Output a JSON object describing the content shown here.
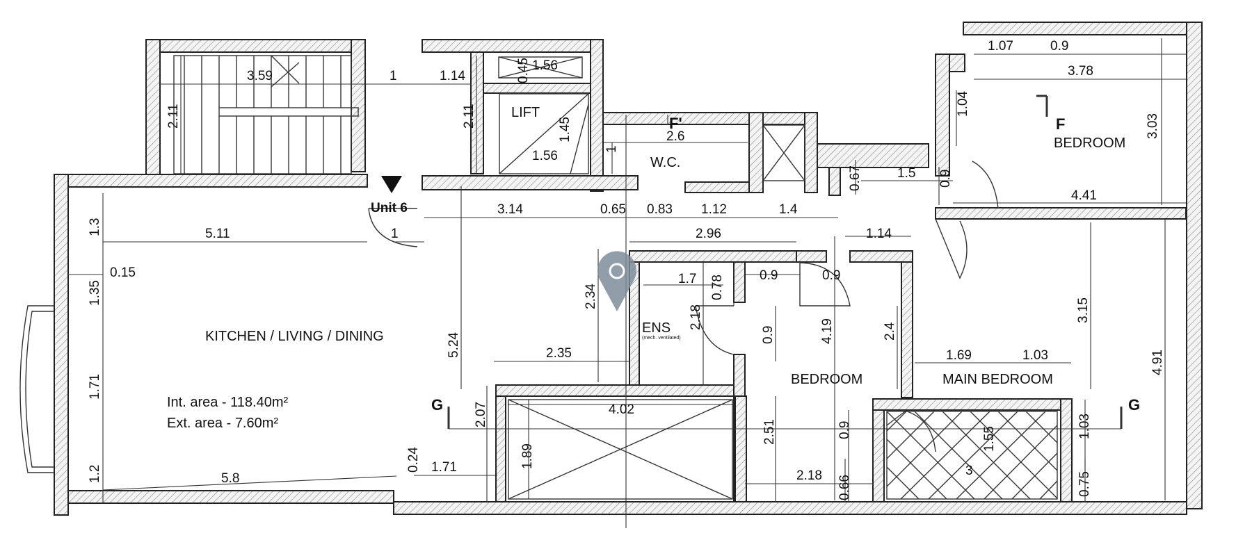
{
  "rooms": {
    "lift": "LIFT",
    "wc": "W.C.",
    "bedroom_top": "BEDROOM",
    "kitchen": "KITCHEN / LIVING / DINING",
    "ens": "ENS",
    "ens_note": "(mech. ventilated)",
    "bedroom_mid": "BEDROOM",
    "main_bedroom": "MAIN BEDROOM"
  },
  "unit_label": "Unit 6",
  "areas": {
    "internal": "Int. area -  118.40m²",
    "external": "Ext. area - 7.60m²"
  },
  "section_markers": {
    "f_prime": "F'",
    "f": "F",
    "g_left": "G",
    "g_right": "G"
  },
  "dimensions": {
    "d_3_59": "3.59",
    "d_1_a": "1",
    "d_1_14_a": "1.14",
    "d_0_45": "0.45",
    "d_1_56_a": "1.56",
    "d_2_11_a": "2.11",
    "d_2_11_b": "2.11",
    "d_1_45": "1.45",
    "d_1_56_b": "1.56",
    "d_2_6": "2.6",
    "d_1_b": "1",
    "d_1_07": "1.07",
    "d_0_9_a": "0.9",
    "d_3_78": "3.78",
    "d_1_04": "1.04",
    "d_3_03": "3.03",
    "d_0_67": "0.67",
    "d_1_5": "1.5",
    "d_0_9_b": "0.9",
    "d_4_41": "4.41",
    "d_1_3": "1.3",
    "d_5_11": "5.11",
    "d_3_14": "3.14",
    "d_0_65": "0.65",
    "d_0_83": "0.83",
    "d_1_12": "1.12",
    "d_1_4": "1.4",
    "d_1_c": "1",
    "d_0_15": "0.15",
    "d_2_96": "2.96",
    "d_1_14_b": "1.14",
    "d_1_7": "1.7",
    "d_0_78": "0.78",
    "d_0_9_c": "0.9",
    "d_0_9_d": "0.9",
    "d_1_35": "1.35",
    "d_2_34": "2.34",
    "d_2_18_a": "2.18",
    "d_0_9_e": "0.9",
    "d_4_19": "4.19",
    "d_2_4": "2.4",
    "d_3_15": "3.15",
    "d_5_24": "5.24",
    "d_2_35": "2.35",
    "d_1_71_a": "1.71",
    "d_1_69": "1.69",
    "d_1_03_a": "1.03",
    "d_4_91": "4.91",
    "d_4_02": "4.02",
    "d_2_07": "2.07",
    "d_2_51": "2.51",
    "d_1_89": "1.89",
    "d_0_9_f": "0.9",
    "d_1_03_b": "1.03",
    "d_1_55": "1.55",
    "d_3": "3",
    "d_0_24": "0.24",
    "d_1_71_b": "1.71",
    "d_1_2": "1.2",
    "d_5_8": "5.8",
    "d_2_18_b": "2.18",
    "d_0_66": "0.66",
    "d_0_75": "0.75"
  }
}
